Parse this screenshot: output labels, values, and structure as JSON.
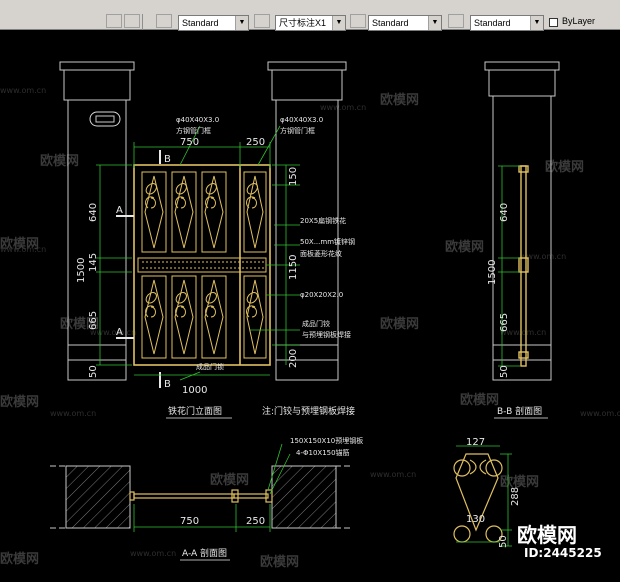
{
  "toolbar": {
    "textstyle_value": "Standard",
    "dimstyle_value": "尺寸标注X1",
    "tablestyle_value": "Standard",
    "multileader_value": "Standard",
    "bylayer_label": "ByLayer"
  },
  "watermark": {
    "brand": "欧模网",
    "url": "www.om.cn",
    "large_brand": "欧模网",
    "id_text": "ID:2445225"
  },
  "drawing": {
    "elevation": {
      "title": "铁花门立面图",
      "note": "注:门铰与预埋钢板焊接",
      "section_mark_a": "A",
      "section_mark_b": "B",
      "dims": {
        "top_width": "750",
        "top_right": "250",
        "bottom_width": "1000",
        "left_640": "640",
        "left_145": "145",
        "left_1500": "1500",
        "left_665": "665",
        "left_50": "50",
        "right_150": "150",
        "right_1150": "1150",
        "right_200": "200"
      },
      "labels": {
        "tube_top_left": "φ40X40X3.0",
        "tube_top_left_desc": "方钢管门框",
        "tube_top_right": "φ40X40X3.0",
        "tube_top_right_desc": "方钢管门框",
        "flat_steel": "20X5扁钢铁花",
        "grid_panel": "50X...mm镀锌钢",
        "grid_desc": "面板菱形花纹",
        "tube_small": "φ20X20X2.0",
        "hinge": "成品门铰",
        "hinge_desc": "与预埋钢板焊接",
        "lock": "成品门锁"
      }
    },
    "section_b": {
      "title": "B-B 剖面图",
      "dims": {
        "d640": "640",
        "d1500": "1500",
        "d665": "665",
        "d50": "50"
      }
    },
    "section_a": {
      "title": "A-A 剖面图",
      "dims": {
        "d750": "750",
        "d250": "250"
      },
      "labels": {
        "plate": "150X150X10预埋钢板",
        "bolt": "4-Φ10X150锚筋"
      }
    },
    "detail": {
      "dims": {
        "d127": "127",
        "d288": "288",
        "d130": "130",
        "d50": "50"
      }
    }
  }
}
